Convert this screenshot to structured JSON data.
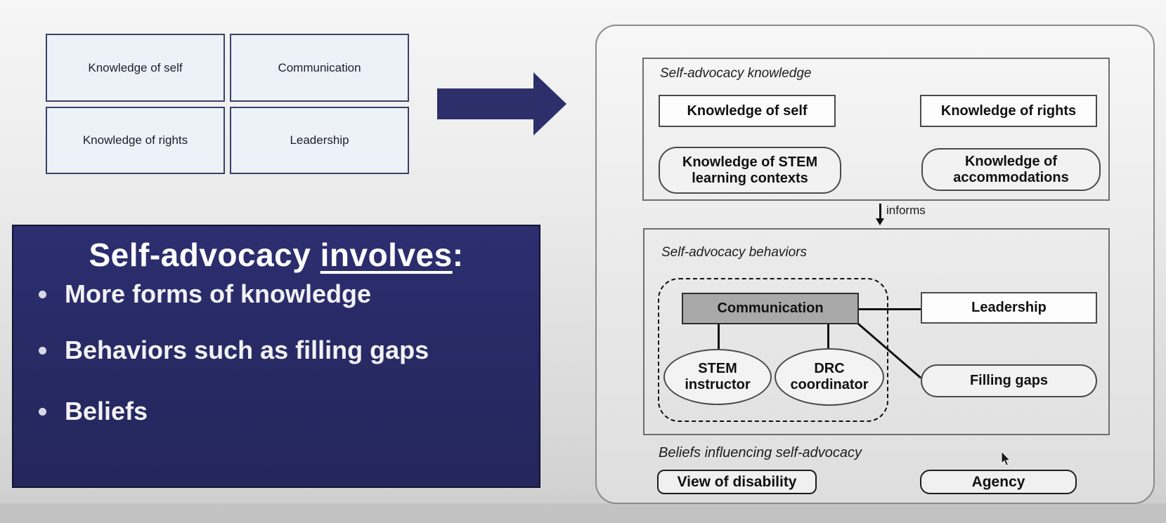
{
  "left_grid": {
    "cells": [
      {
        "label": "Knowledge of self"
      },
      {
        "label": "Communication"
      },
      {
        "label": "Knowledge of rights"
      },
      {
        "label": "Leadership"
      }
    ]
  },
  "panel": {
    "title": {
      "prefix": "Self-advocacy ",
      "underlined": "involves",
      "suffix": ":"
    },
    "bullets": [
      {
        "text": "More forms of knowledge"
      },
      {
        "text": "Behaviors such as filling gaps"
      },
      {
        "text": "Beliefs"
      }
    ]
  },
  "model": {
    "knowledge": {
      "label": "Self-advocacy knowledge",
      "box_self": "Knowledge of self",
      "box_rights": "Knowledge of rights",
      "box_stem_contexts": "Knowledge of STEM learning contexts",
      "box_accommodations": "Knowledge of accommodations"
    },
    "informs_label": "informs",
    "behaviors": {
      "label": "Self-advocacy behaviors",
      "communication": "Communication",
      "leadership": "Leadership",
      "stem_instructor": "STEM instructor",
      "drc_coordinator": "DRC coordinator",
      "filling_gaps": "Filling gaps"
    },
    "beliefs": {
      "label": "Beliefs influencing self-advocacy",
      "view_of_disability": "View of disability",
      "agency": "Agency"
    }
  },
  "colors": {
    "navy_panel": "#272963",
    "navy_arrow": "#2d2f6b",
    "grid_box_fill": "#edf1f8",
    "grid_box_border": "#3c4168",
    "communication_fill": "#a9a9a9",
    "background_top": "#f6f6f6",
    "background_bottom": "#c2c2c2"
  }
}
